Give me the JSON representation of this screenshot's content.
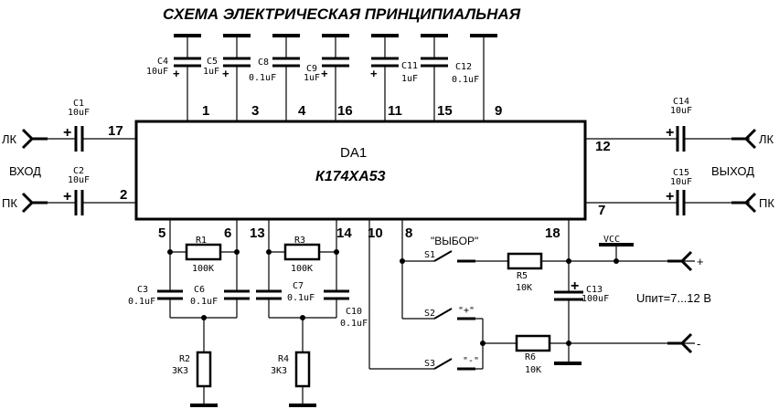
{
  "title": "СХЕМА ЭЛЕКТРИЧЕСКАЯ ПРИНЦИПИАЛЬНАЯ",
  "chip": {
    "ref": "DA1",
    "part": "К174ХА53"
  },
  "pins": {
    "p1": "1",
    "p3": "3",
    "p4": "4",
    "p16": "16",
    "p11": "11",
    "p15": "15",
    "p9": "9",
    "p17": "17",
    "p2": "2",
    "p12": "12",
    "p7": "7",
    "p5": "5",
    "p6": "6",
    "p13": "13",
    "p14": "14",
    "p10": "10",
    "p8": "8",
    "p18": "18"
  },
  "components": {
    "C1": {
      "ref": "C1",
      "value": "10uF"
    },
    "C2": {
      "ref": "C2",
      "value": "10uF"
    },
    "C3": {
      "ref": "C3",
      "value": "0.1uF"
    },
    "C4": {
      "ref": "C4",
      "value": "10uF"
    },
    "C5": {
      "ref": "C5",
      "value": "1uF"
    },
    "C6": {
      "ref": "C6",
      "value": "0.1uF"
    },
    "C7": {
      "ref": "C7",
      "value": "0.1uF"
    },
    "C8": {
      "ref": "C8",
      "value": "0.1uF"
    },
    "C9": {
      "ref": "C9",
      "value": "1uF"
    },
    "C10": {
      "ref": "C10",
      "value": "0.1uF"
    },
    "C11": {
      "ref": "C11",
      "value": "1uF"
    },
    "C12": {
      "ref": "C12",
      "value": "0.1uF"
    },
    "C13": {
      "ref": "C13",
      "value": "100uF"
    },
    "C14": {
      "ref": "C14",
      "value": "10uF"
    },
    "C15": {
      "ref": "C15",
      "value": "10uF"
    },
    "R1": {
      "ref": "R1",
      "value": "100K"
    },
    "R2": {
      "ref": "R2",
      "value": "3K3"
    },
    "R3": {
      "ref": "R3",
      "value": "100K"
    },
    "R4": {
      "ref": "R4",
      "value": "3K3"
    },
    "R5": {
      "ref": "R5",
      "value": "10K"
    },
    "R6": {
      "ref": "R6",
      "value": "10K"
    },
    "S1": {
      "ref": "S1",
      "label": "\"ВЫБОР\""
    },
    "S2": {
      "ref": "S2",
      "label": "\"+\""
    },
    "S3": {
      "ref": "S3",
      "label": "\"-\""
    }
  },
  "connectors": {
    "in_left": "ЛК",
    "in_right": "ПК",
    "in_label": "ВХОД",
    "out_left": "ЛК",
    "out_right": "ПК",
    "out_label": "ВЫХОД",
    "plus": "+",
    "minus": "-"
  },
  "power": {
    "vcc": "VCC",
    "supply": "Uпит=7...12 В"
  },
  "colors": {
    "ink": "#000000",
    "background": "#ffffff"
  }
}
